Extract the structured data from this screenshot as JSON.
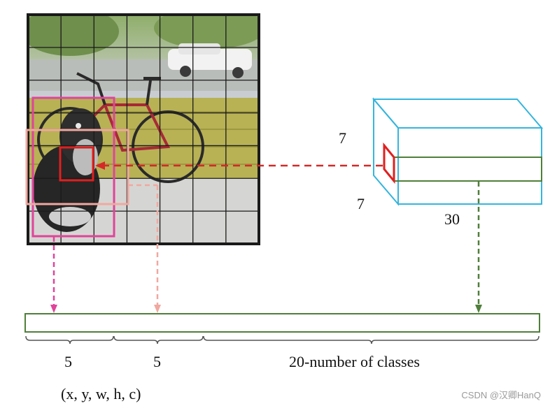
{
  "cube": {
    "height_label": "7",
    "width_label": "7",
    "depth_label": "30"
  },
  "segments": [
    {
      "count": "5",
      "desc": "(x, y, w, h, c)"
    },
    {
      "count": "5",
      "desc": ""
    },
    {
      "count": "20-number of classes",
      "desc": ""
    }
  ],
  "watermark": "CSDN @汉卿HanQ",
  "colors": {
    "grid_line": "#1a1a1a",
    "cell_highlight": "#e01f1f",
    "box_magenta": "#e0449a",
    "box_salmon": "#f0a8a0",
    "cube_edge": "#35b5dd",
    "vector_bar": "#4f7f3a",
    "arrow_red": "#d62828",
    "arrow_green": "#4f7f3a"
  }
}
